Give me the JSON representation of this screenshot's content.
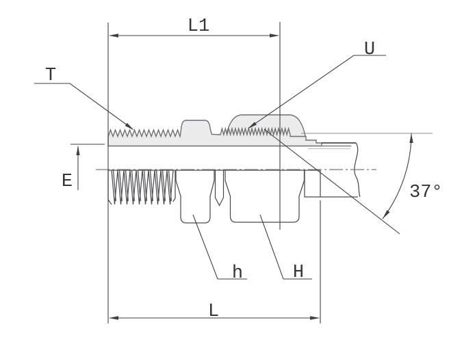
{
  "diagram": {
    "type": "engineering-drawing",
    "subject": "37-degree flare male connector fitting, half-section side view",
    "labels": {
      "l1": "L1",
      "u": "U",
      "t": "T",
      "e": "E",
      "angle": "37°",
      "h_small": "h",
      "h_big": "H",
      "l": "L"
    },
    "colors": {
      "background": "#ffffff",
      "body_fill": "#ececec",
      "silhouette_outline": "#6f6f74",
      "detail_line": "#4a4a50",
      "dimension_line": "#3f3f46",
      "construction_line": "#8e8e94",
      "text": "#34343b"
    }
  }
}
